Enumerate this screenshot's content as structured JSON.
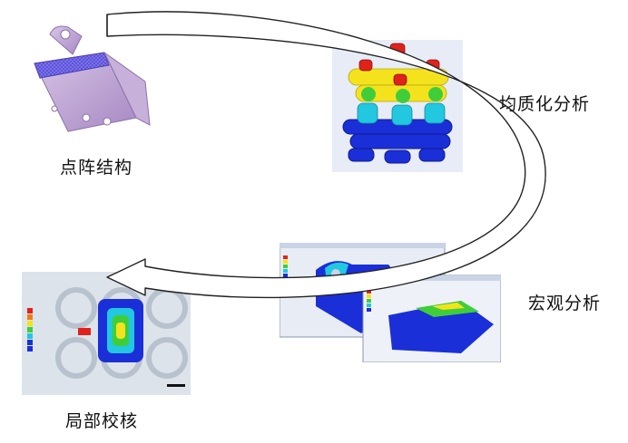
{
  "labels": {
    "lattice_structure": "点阵结构",
    "homogenization_analysis": "均质化分析",
    "macro_analysis": "宏观分析",
    "local_check": "局部校核"
  },
  "colors": {
    "lattice_part": "#b99ccf",
    "lattice_face": "#5a4fd0",
    "contour_blue": "#1b2fd8",
    "contour_cyan": "#22c7e0",
    "contour_green": "#3fce3a",
    "contour_yellow": "#f4e31c",
    "contour_red": "#e0221b",
    "arrow_stroke": "#222222"
  },
  "icons": [
    "lattice-part-image",
    "homogenized-cell-image",
    "macro-fea-image",
    "local-fea-image",
    "cycle-arrow-icon"
  ]
}
